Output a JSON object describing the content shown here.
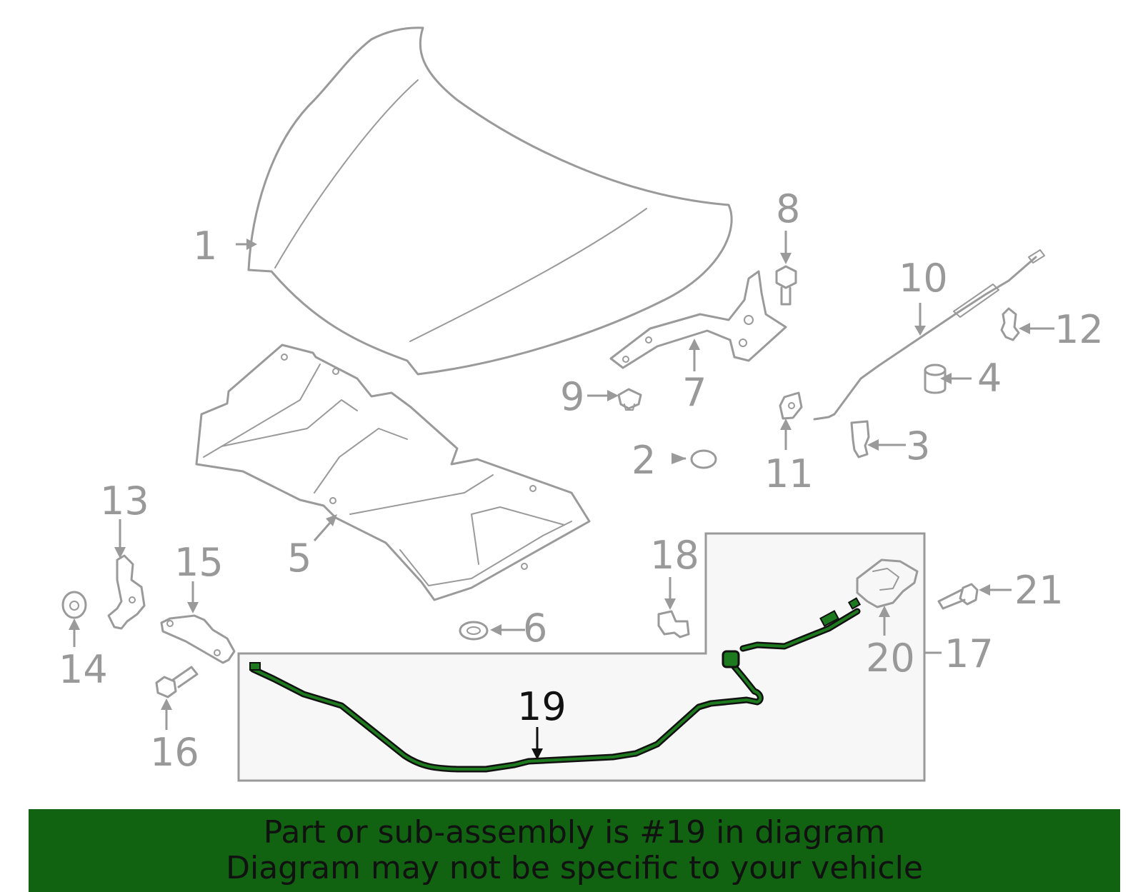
{
  "diagram": {
    "labels": {
      "p1": "1",
      "p2": "2",
      "p3": "3",
      "p4": "4",
      "p5": "5",
      "p6": "6",
      "p7": "7",
      "p8": "8",
      "p9": "9",
      "p10": "10",
      "p11": "11",
      "p12": "12",
      "p13": "13",
      "p14": "14",
      "p15": "15",
      "p16": "16",
      "p17": "17",
      "p18": "18",
      "p19": "19",
      "p20": "20",
      "p21": "21"
    },
    "highlighted_part": "19",
    "colors": {
      "line": "#9a9a9a",
      "highlight": "#1e7a1e",
      "banner": "#116211",
      "inset_fill": "#f7f7f7"
    }
  },
  "banner": {
    "line1": "Part or sub-assembly is #19 in diagram",
    "line2": "Diagram may not be specific to your vehicle"
  }
}
